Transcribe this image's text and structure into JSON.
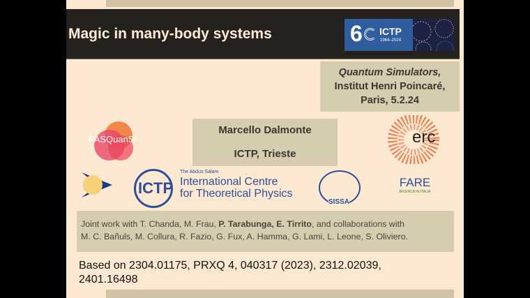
{
  "title": "Magic in many-body systems",
  "ictp60": {
    "number": "6",
    "name": "ICTP",
    "years": "1964–2024"
  },
  "venue": {
    "line1": "Quantum Simulators,",
    "line2": "Institut Henri Poincaré,",
    "line3": "Paris, 5.2.24"
  },
  "author": {
    "name": "Marcello Dalmonte",
    "affiliation": "ICTP, Trieste"
  },
  "logos": {
    "pasquans": "PASQuanS²",
    "erc": "erc",
    "ictp_abbr": "ICTP",
    "ictp_small": "The Abdus Salam",
    "ictp_line1": "International Centre",
    "ictp_line2": "for Theoretical Physics",
    "sissa": "SISSA",
    "fare": "FARE",
    "fare_sub": "RICERCA IN ITALIA"
  },
  "joint": {
    "pre": "Joint work with T. Chanda, M. Frau, ",
    "bold": "P. Tarabunga, E. Tirrito",
    "post": ", and collaborations with",
    "line2": "M. C. Bañuls, M. Collura, R. Fazio, G. Fux, A. Hamma, G. Lami, L. Leone, S. Oliviero."
  },
  "based": {
    "line1": "Based on 2304.01175, PRXQ 4, 040317 (2023), 2312.02039,",
    "line2": "2401.16498"
  }
}
